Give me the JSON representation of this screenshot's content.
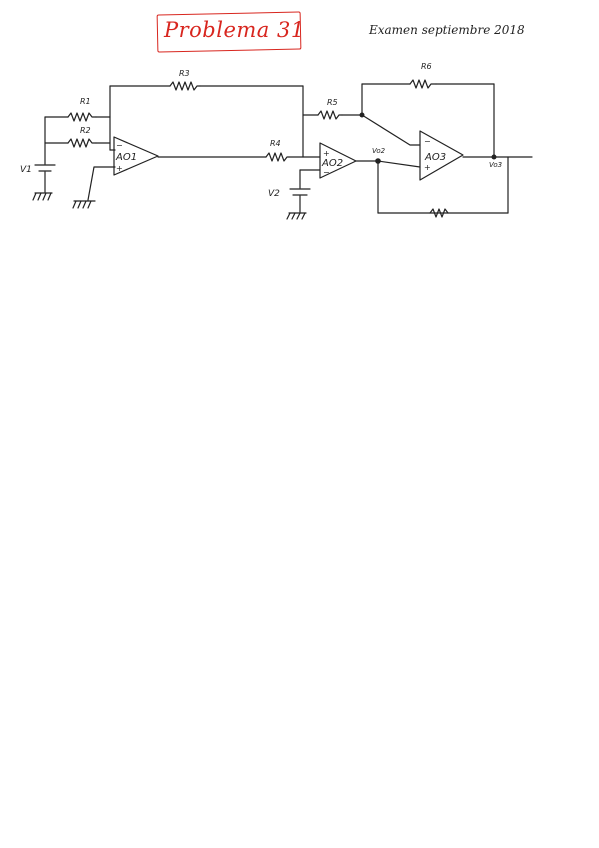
{
  "header": {
    "title": "Problema 31",
    "subtitle": "Examen septiembre 2018"
  },
  "colors": {
    "title": "#d8261f",
    "ink": "#222222"
  },
  "circuit": {
    "resistors": [
      "R1",
      "R2",
      "R3",
      "R4",
      "R5",
      "R6"
    ],
    "opamps": [
      "AO1",
      "AO2",
      "AO3"
    ],
    "sources": [
      "V1",
      "V2"
    ],
    "nodes": [
      "Vo2",
      "Vo3"
    ],
    "labels": {
      "r1": "R1",
      "r2": "R2",
      "r3": "R3",
      "r4": "R4",
      "r5": "R5",
      "r6": "R6",
      "ao1": "AO1",
      "ao2": "AO2",
      "ao3": "AO3",
      "v1": "V1",
      "v2": "V2",
      "vo2": "Vo2",
      "vo3": "Vo3",
      "minus": "−",
      "plus": "+"
    }
  }
}
